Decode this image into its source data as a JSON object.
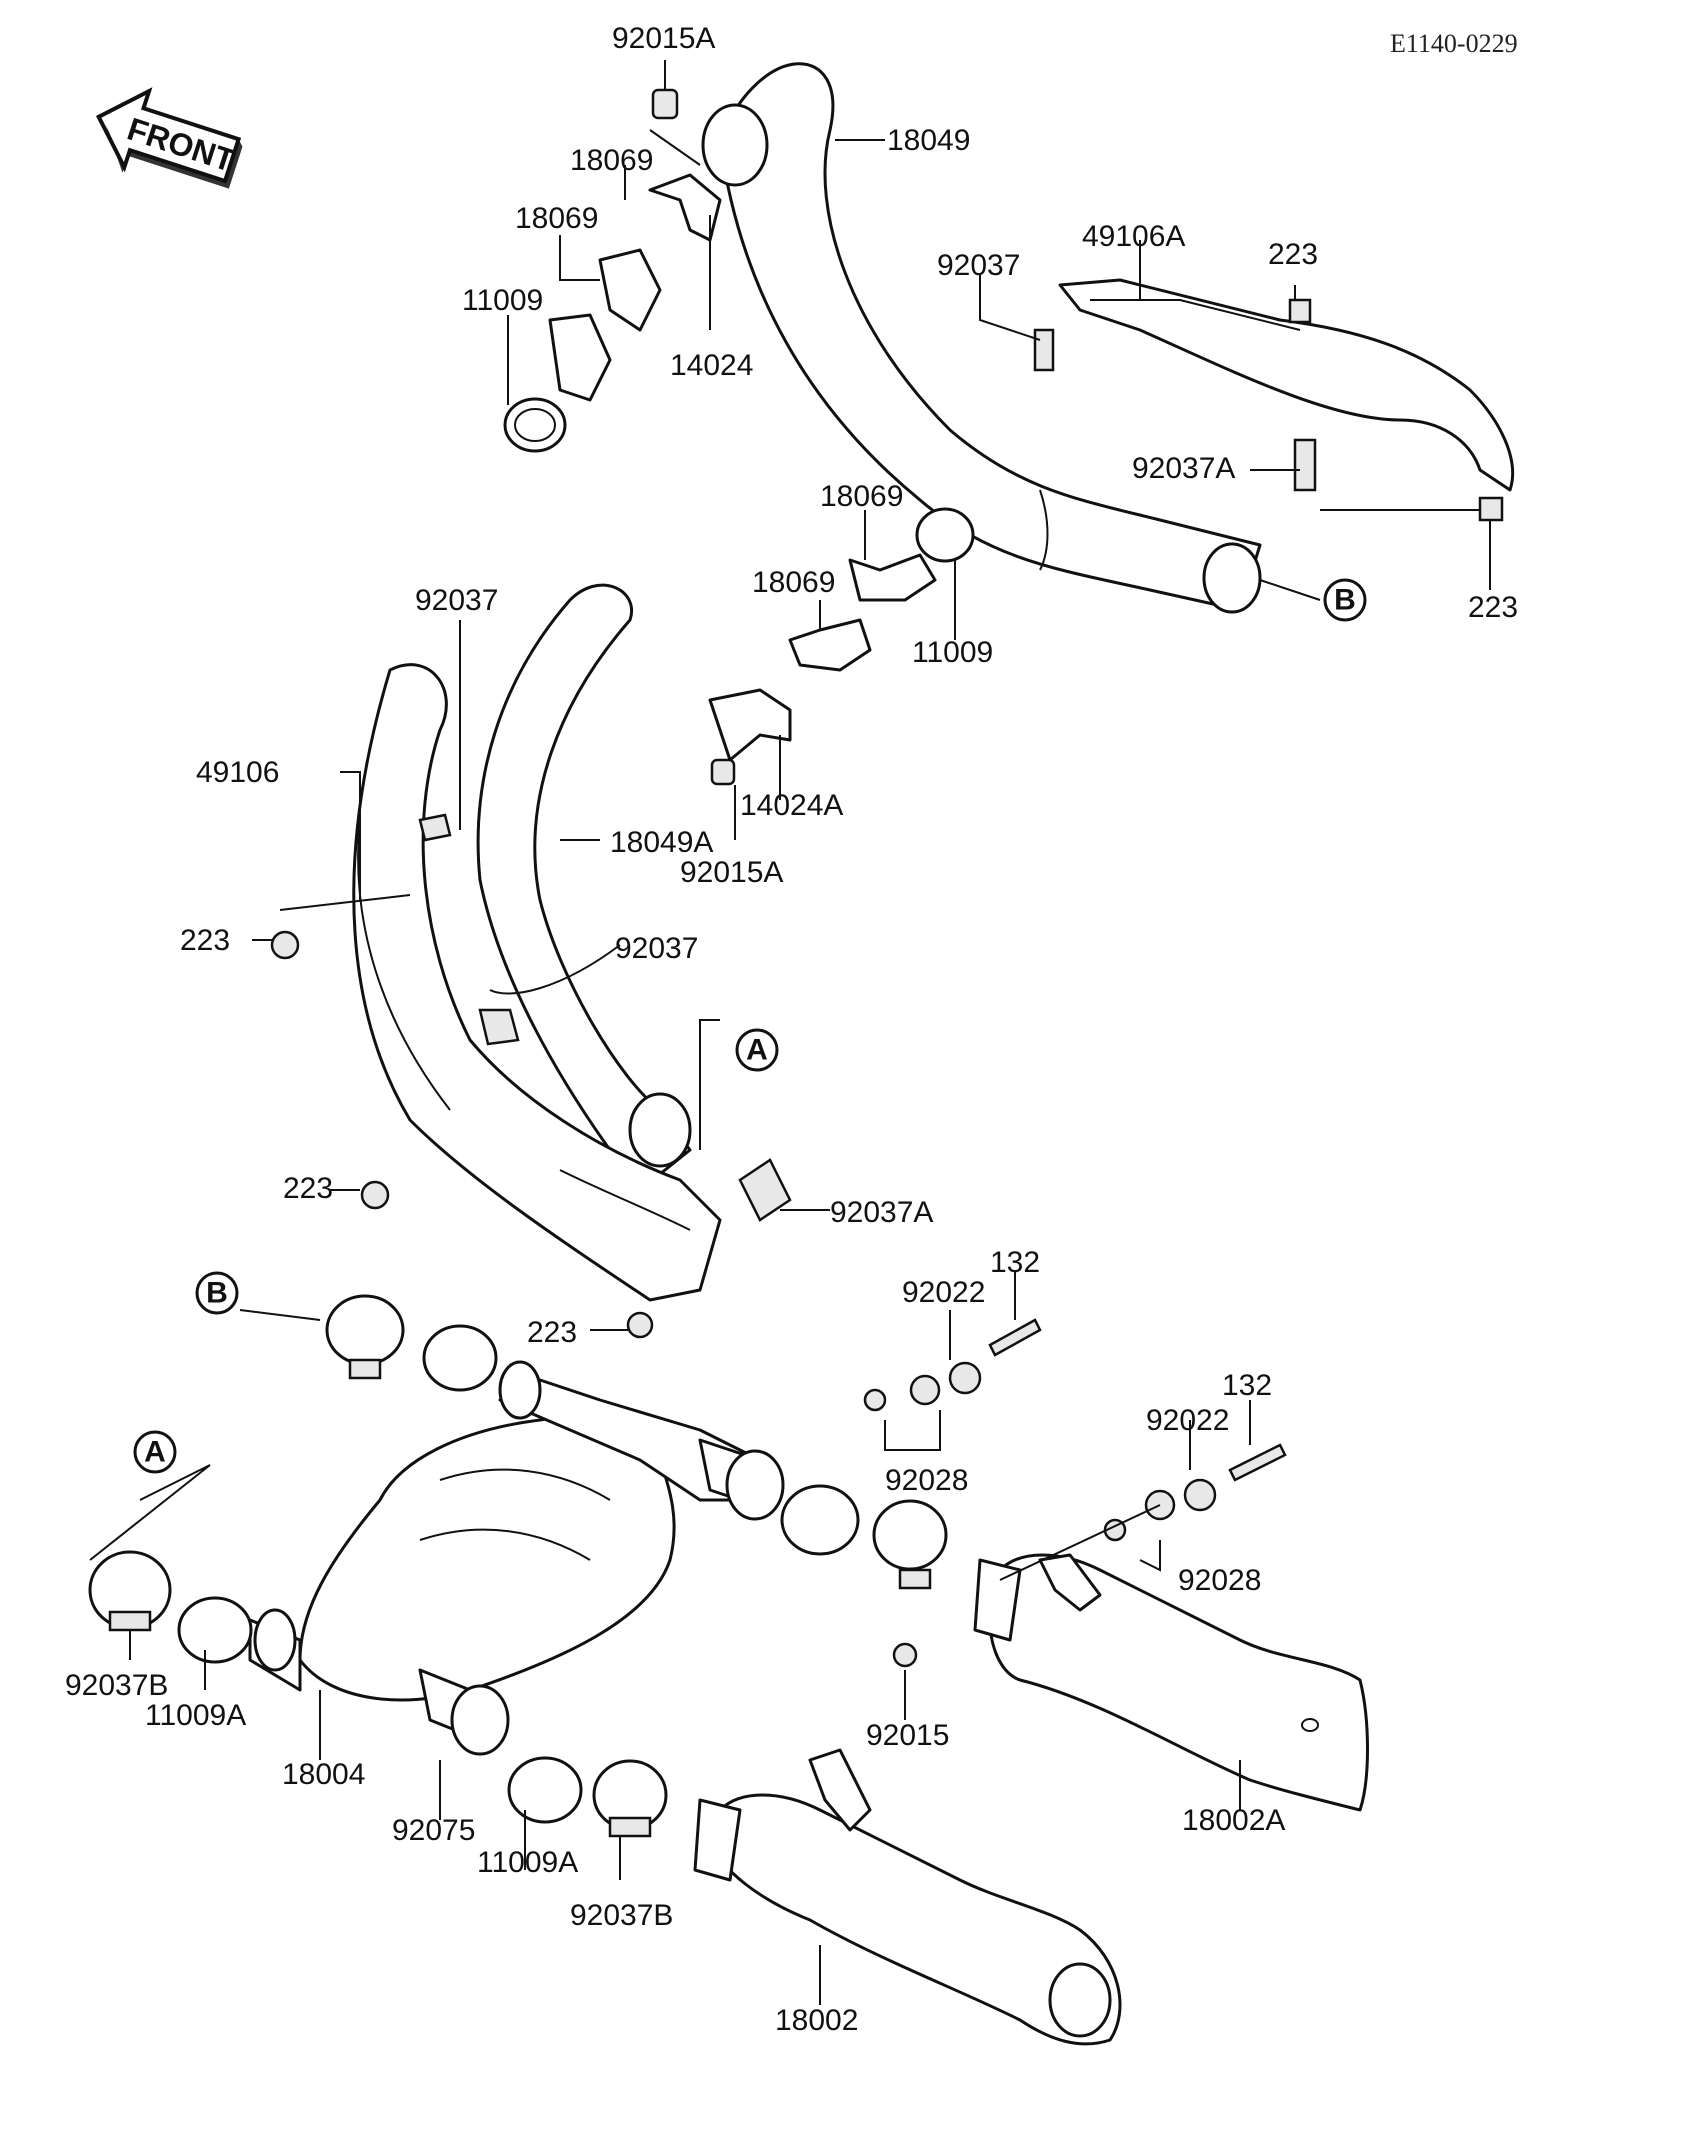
{
  "diagram_ref": "E1140-0229",
  "front_label": "FRONT",
  "callout_a": "A",
  "callout_b": "B",
  "labels": [
    "92015A",
    "18049",
    "18069",
    "18069",
    "11009",
    "14024",
    "92037",
    "49106A",
    "223",
    "92037A",
    "223",
    "18069",
    "18069",
    "11009",
    "92037",
    "49106",
    "14024A",
    "18049A",
    "92015A",
    "223",
    "92037",
    "223",
    "92037A",
    "223",
    "132",
    "92022",
    "92028",
    "132",
    "92022",
    "92028",
    "92037B",
    "11009A",
    "18004",
    "92075",
    "11009A",
    "92037B",
    "92015",
    "18002A",
    "18002"
  ]
}
